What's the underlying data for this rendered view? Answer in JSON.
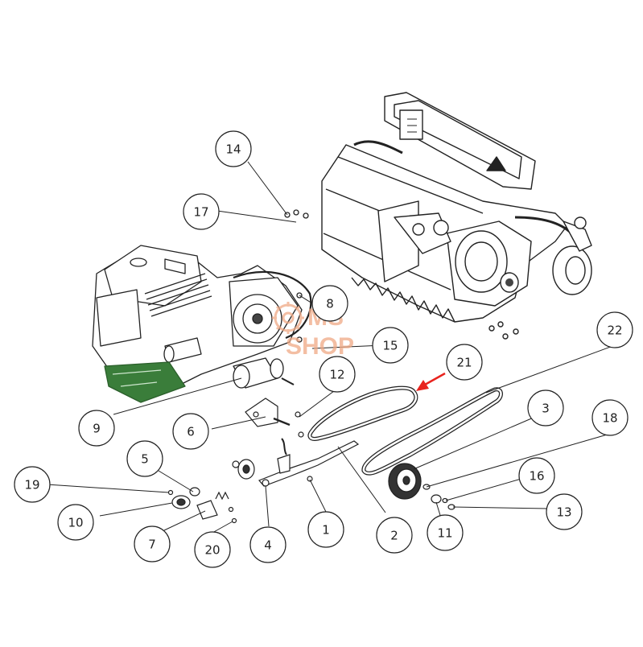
{
  "diagram": {
    "callouts": [
      {
        "id": "14",
        "label": "14"
      },
      {
        "id": "17",
        "label": "17"
      },
      {
        "id": "8",
        "label": "8"
      },
      {
        "id": "15",
        "label": "15"
      },
      {
        "id": "12",
        "label": "12"
      },
      {
        "id": "9",
        "label": "9"
      },
      {
        "id": "6",
        "label": "6"
      },
      {
        "id": "5",
        "label": "5"
      },
      {
        "id": "19",
        "label": "19"
      },
      {
        "id": "10",
        "label": "10"
      },
      {
        "id": "7",
        "label": "7"
      },
      {
        "id": "20",
        "label": "20"
      },
      {
        "id": "4",
        "label": "4"
      },
      {
        "id": "1",
        "label": "1"
      },
      {
        "id": "2",
        "label": "2"
      },
      {
        "id": "21",
        "label": "21"
      },
      {
        "id": "22",
        "label": "22"
      },
      {
        "id": "3",
        "label": "3"
      },
      {
        "id": "18",
        "label": "18"
      },
      {
        "id": "16",
        "label": "16"
      },
      {
        "id": "13",
        "label": "13"
      },
      {
        "id": "11",
        "label": "11"
      }
    ],
    "highlight_color": "#e8231e",
    "line_color": "#222222"
  },
  "watermark": {
    "line1": "MS",
    "line2": "SHOP",
    "color": "#f0a985",
    "logo_icon": "ms-shop-logo-icon"
  }
}
